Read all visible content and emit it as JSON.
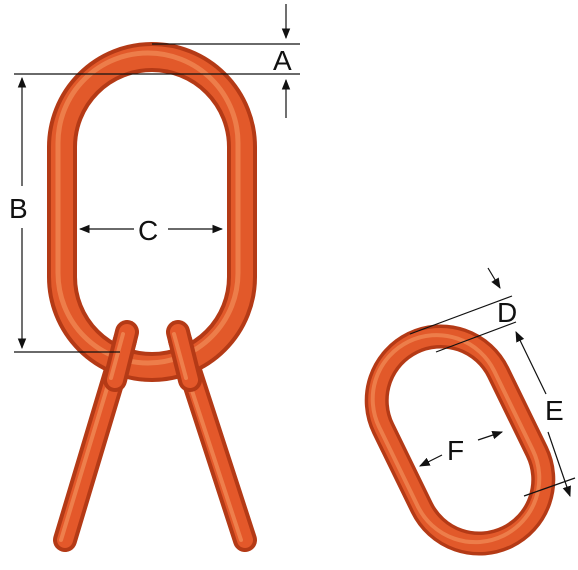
{
  "labels": {
    "a": "A",
    "b": "B",
    "c": "C",
    "d": "D",
    "e": "E",
    "f": "F"
  },
  "colors": {
    "link_dark": "#c2401a",
    "link_mid": "#e2592a",
    "link_light": "#f08450",
    "dimension_line": "#111111"
  }
}
